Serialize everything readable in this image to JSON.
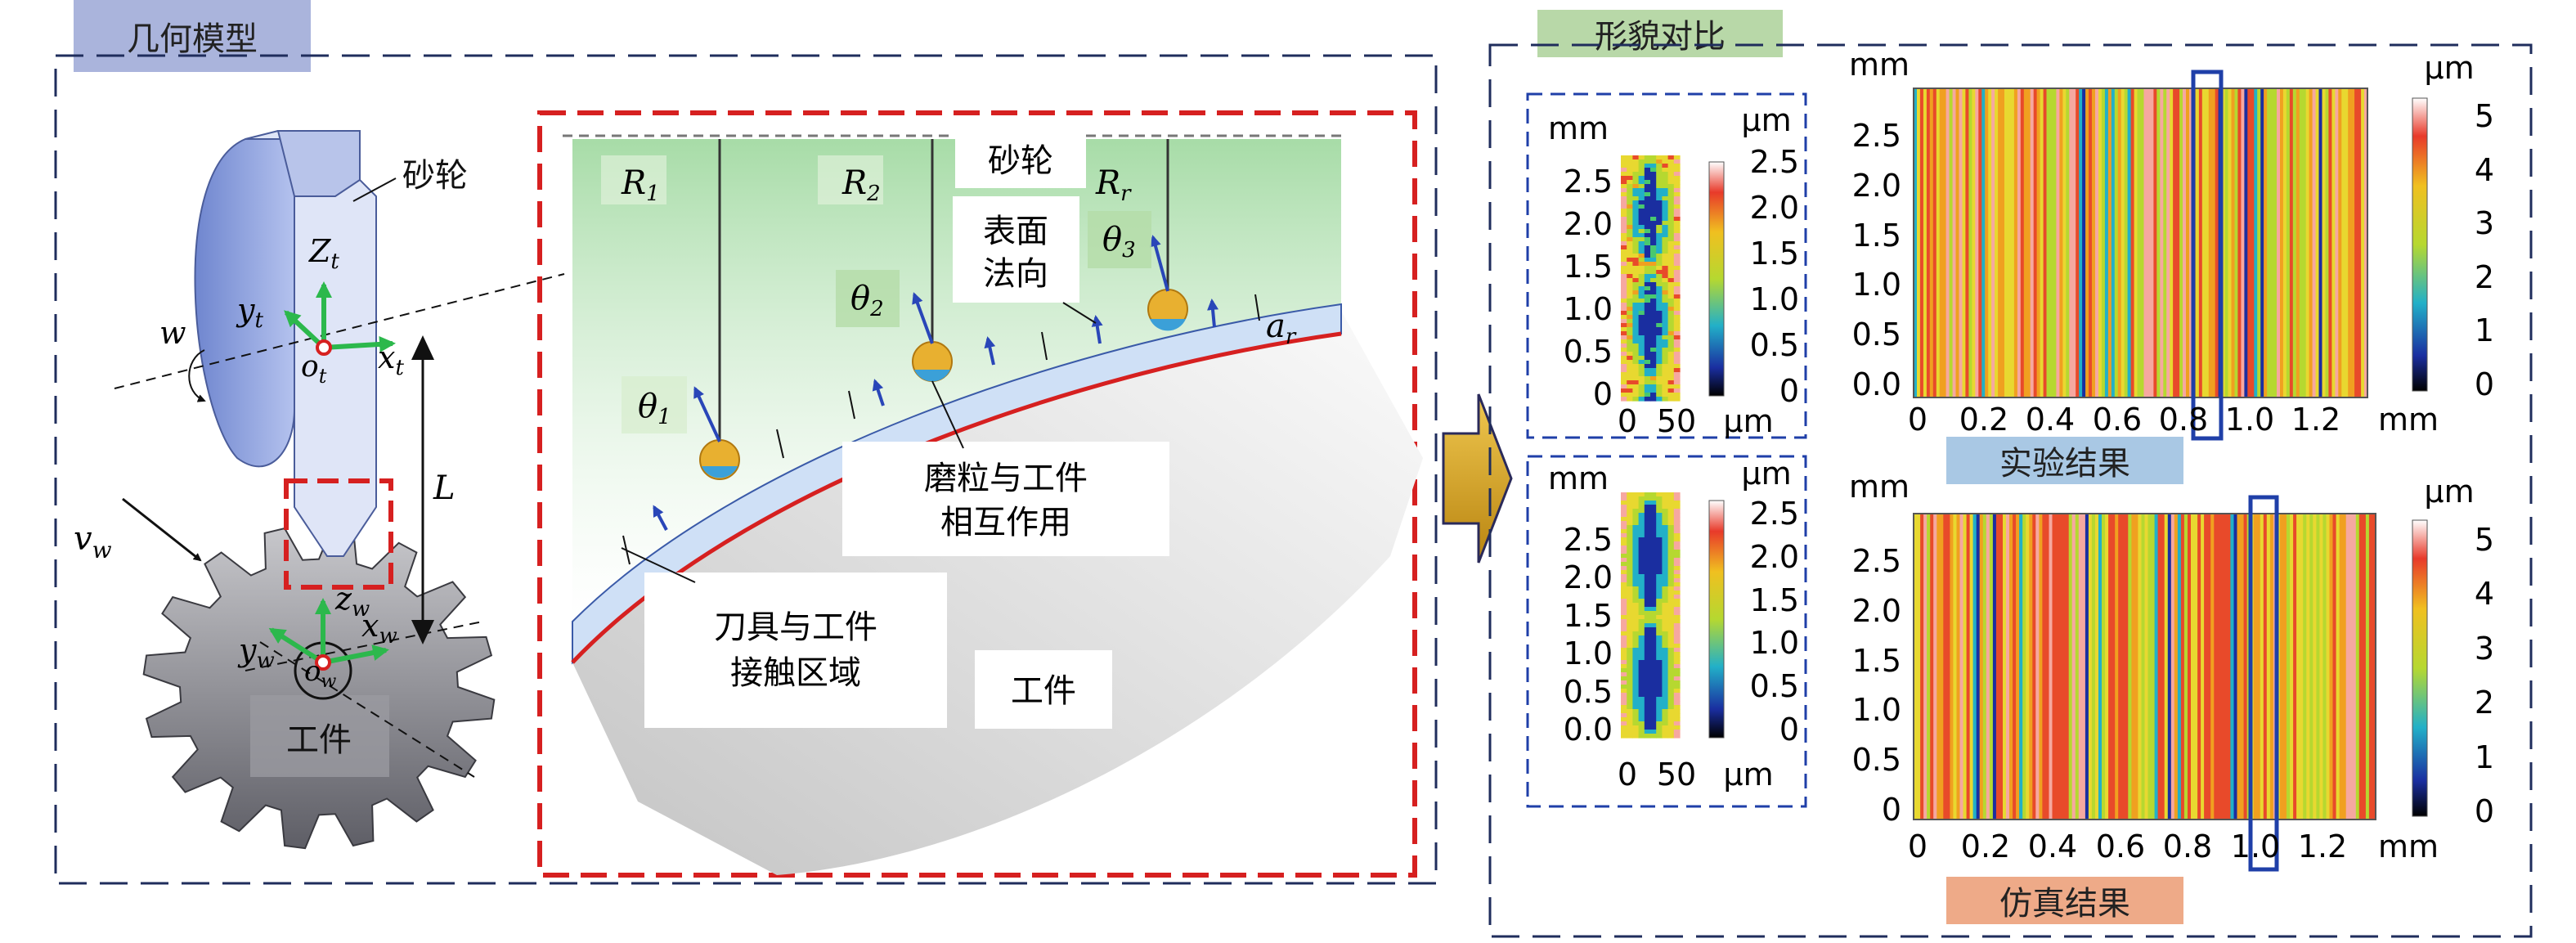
{
  "geometry_panel": {
    "tag": "几何模型",
    "wheel": "砂轮",
    "workpiece": "工件",
    "wheel_axes": {
      "z": "Z",
      "z_sub": "t",
      "y": "y",
      "y_sub": "t",
      "x": "x",
      "x_sub": "t",
      "o": "o",
      "o_sub": "t"
    },
    "work_axes": {
      "z": "z",
      "z_sub": "w",
      "y": "y",
      "y_sub": "w",
      "x": "x",
      "x_sub": "w",
      "o": "o",
      "o_sub": "w"
    },
    "w": "w",
    "L": "L",
    "vw": "v",
    "vw_sub": "w"
  },
  "contact_detail": {
    "wheel": "砂轮",
    "workpiece": "工件",
    "R1": "R",
    "R1_sub": "1",
    "R2": "R",
    "R2_sub": "2",
    "Rr": "R",
    "Rr_sub": "r",
    "normal_line1": "表面",
    "normal_line2": "法向",
    "theta1": "θ",
    "theta1_sub": "1",
    "theta2": "θ",
    "theta2_sub": "2",
    "theta3": "θ",
    "theta3_sub": "3",
    "ar": "a",
    "ar_sub": "r",
    "grain_line1": "磨粒与工件",
    "grain_line2": "相互作用",
    "zone_line1": "刀具与工件",
    "zone_line2": "接触区域"
  },
  "comparison": {
    "tag": "形貌对比",
    "experiment_label": "实验结果",
    "simulation_label": "仿真结果",
    "unit_mm": "mm",
    "unit_um": "μm",
    "small_exp": {
      "y_ticks": [
        "2.5",
        "2.0",
        "1.5",
        "1.0",
        "0.5",
        "0"
      ],
      "x_ticks": [
        "0",
        "50"
      ],
      "cbar_ticks": [
        "2.5",
        "2.0",
        "1.5",
        "1.0",
        "0.5",
        "0"
      ]
    },
    "small_sim": {
      "y_ticks": [
        "2.5",
        "2.0",
        "1.5",
        "1.0",
        "0.5",
        "0.0"
      ],
      "x_ticks": [
        "0",
        "50"
      ],
      "cbar_ticks": [
        "2.5",
        "2.0",
        "1.5",
        "1.0",
        "0.5",
        "0"
      ]
    },
    "big_exp": {
      "y_ticks": [
        "2.5",
        "2.0",
        "1.5",
        "1.0",
        "0.5",
        "0.0"
      ],
      "x_ticks": [
        "0",
        "0.2",
        "0.4",
        "0.6",
        "0.8",
        "1.0",
        "1.2"
      ],
      "cbar_ticks": [
        "5",
        "4",
        "3",
        "2",
        "1",
        "0"
      ]
    },
    "big_sim": {
      "y_ticks": [
        "2.5",
        "2.0",
        "1.5",
        "1.0",
        "0.5",
        "0"
      ],
      "x_ticks": [
        "0",
        "0.2",
        "0.4",
        "0.6",
        "0.8",
        "1.0",
        "1.2"
      ],
      "cbar_ticks": [
        "5",
        "4",
        "3",
        "2",
        "1",
        "0"
      ]
    }
  },
  "colors": {
    "frame_dash": "#1f2d5c",
    "red_dash": "#d62020",
    "tag_blue": "#aab4dc",
    "tag_green": "#b8d8a8",
    "exp_label": "#a9c8e4",
    "sim_label": "#eeaa88",
    "wheel_blue": "#8fa3dc",
    "arrow_gold": "#e0b030"
  }
}
